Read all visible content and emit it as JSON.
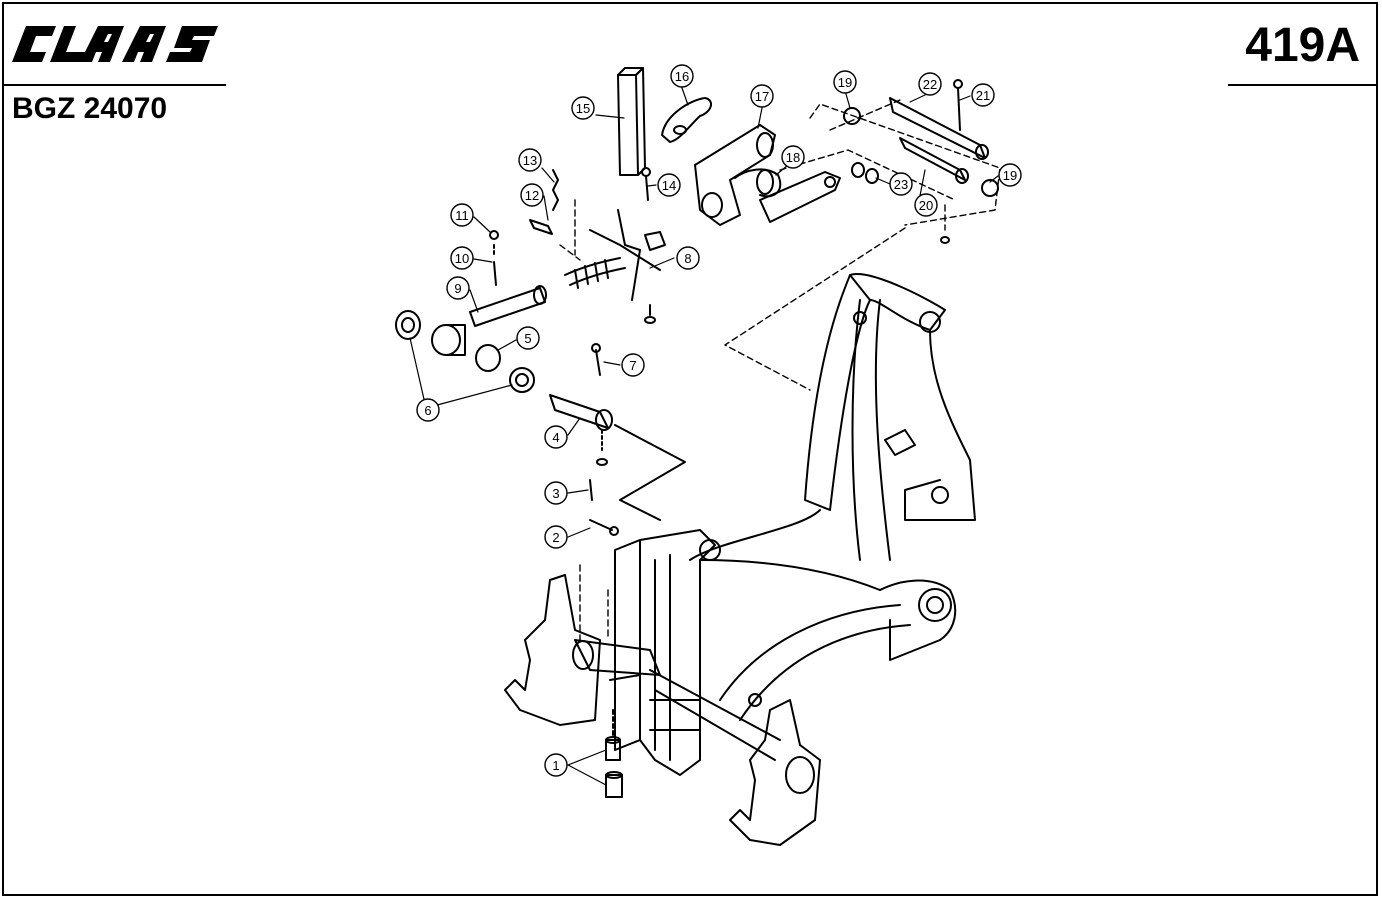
{
  "header": {
    "brand": "CLAAS",
    "doc_code": "BGZ 24070",
    "page_number": "419A"
  },
  "callouts": [
    {
      "label": "1"
    },
    {
      "label": "2"
    },
    {
      "label": "3"
    },
    {
      "label": "4"
    },
    {
      "label": "5"
    },
    {
      "label": "6"
    },
    {
      "label": "7"
    },
    {
      "label": "8"
    },
    {
      "label": "9"
    },
    {
      "label": "10"
    },
    {
      "label": "11"
    },
    {
      "label": "12"
    },
    {
      "label": "13"
    },
    {
      "label": "14"
    },
    {
      "label": "15"
    },
    {
      "label": "16"
    },
    {
      "label": "17"
    },
    {
      "label": "18"
    },
    {
      "label": "19"
    },
    {
      "label": "19"
    },
    {
      "label": "20"
    },
    {
      "label": "21"
    },
    {
      "label": "22"
    },
    {
      "label": "23"
    }
  ]
}
